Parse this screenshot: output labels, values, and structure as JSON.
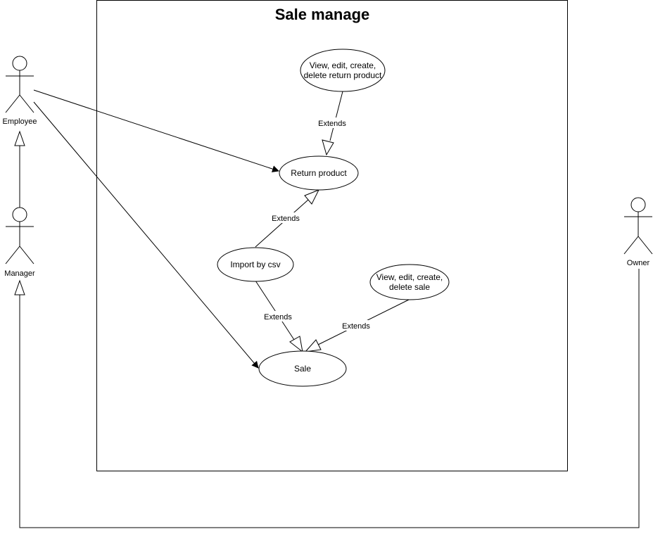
{
  "diagram": {
    "title": "Sale manage",
    "actors": {
      "employee": "Employee",
      "manager": "Manager",
      "owner": "Owner"
    },
    "use_cases": {
      "view_return": [
        "View, edit, create,",
        "delete return product"
      ],
      "return_product": "Return product",
      "import_csv": "Import by csv",
      "view_sale": [
        "View, edit, create,",
        "delete sale"
      ],
      "sale": "Sale"
    },
    "edge_labels": {
      "extends_1": "Extends",
      "extends_2": "Extends",
      "extends_3": "Extends",
      "extends_4": "Extends"
    },
    "colors": {
      "stroke": "#000000",
      "fill": "#ffffff"
    }
  }
}
